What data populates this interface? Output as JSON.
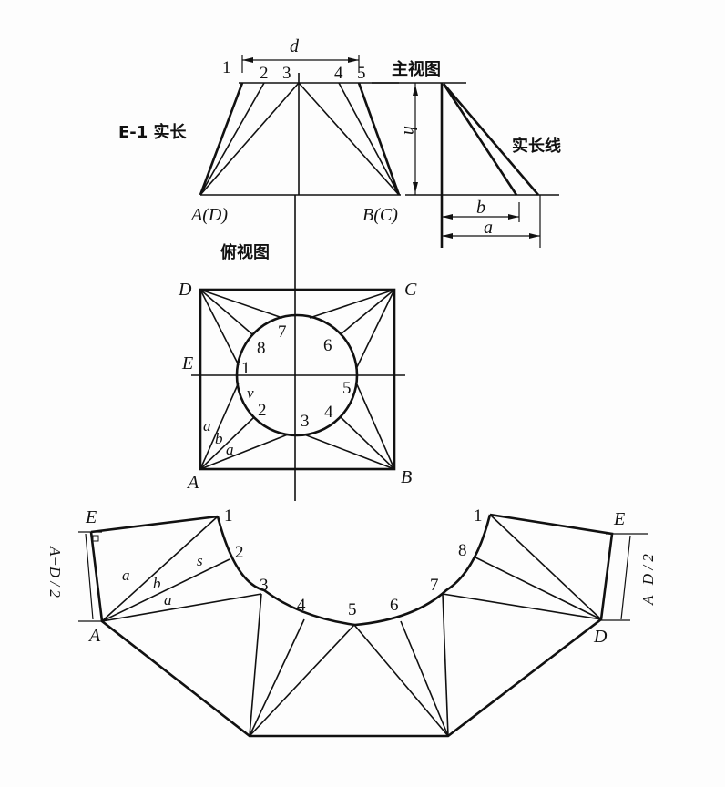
{
  "views": {
    "front_view": {
      "title": "主视图",
      "dim_d": "d",
      "dim_h": "h",
      "points_top": [
        "1",
        "2",
        "3",
        "4",
        "5"
      ],
      "left_bottom": "A(D)",
      "right_bottom": "B(C)",
      "side_label": "E-1 实长"
    },
    "true_length": {
      "label": "实长线",
      "dim_a": "a",
      "dim_b": "b"
    },
    "top_view": {
      "title": "俯视图",
      "corners": {
        "A": "A",
        "B": "B",
        "C": "C",
        "D": "D"
      },
      "E": "E",
      "circle_points": [
        "1",
        "2",
        "3",
        "4",
        "5",
        "6",
        "7",
        "8"
      ],
      "v": "v",
      "abc": [
        "a",
        "b",
        "a"
      ]
    },
    "development": {
      "left": {
        "E": "E",
        "A": "A",
        "p1": "1",
        "p2": "2",
        "p3": "3",
        "p4": "4",
        "s": "s",
        "a1": "a",
        "b": "b",
        "a2": "a",
        "frac": "A−D / 2"
      },
      "mid": {
        "p5": "5",
        "p6": "6",
        "p7": "7"
      },
      "right": {
        "E": "E",
        "D": "D",
        "p1": "1",
        "p8": "8",
        "frac": "A−D / 2"
      }
    }
  }
}
